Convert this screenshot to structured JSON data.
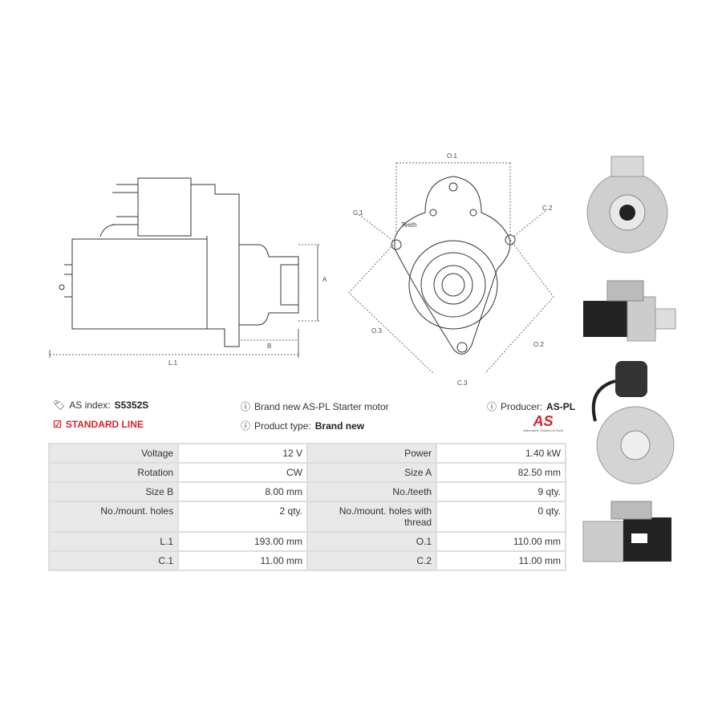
{
  "diagram_side": {
    "labels": {
      "a": "A",
      "b": "B",
      "l1": "L.1"
    }
  },
  "diagram_front": {
    "labels": {
      "o1": "O.1",
      "o2": "O.2",
      "o3": "O.3",
      "c1": "C.1",
      "c2": "C.2",
      "c3": "C.3",
      "teeth": "Teeth"
    }
  },
  "info": {
    "as_index_label": "AS index:",
    "as_index_value": "S5352S",
    "standard_line": "STANDARD LINE",
    "description": "Brand new AS-PL Starter motor",
    "product_type_label": "Product type:",
    "product_type_value": "Brand new",
    "producer_label": "Producer:",
    "producer_value": "AS-PL",
    "logo_text": "AS",
    "logo_tagline": "Alternators, Starters & Parts"
  },
  "specs": [
    [
      {
        "k": "Voltage",
        "v": "12 V"
      },
      {
        "k": "Power",
        "v": "1.40 kW"
      }
    ],
    [
      {
        "k": "Rotation",
        "v": "CW"
      },
      {
        "k": "Size A",
        "v": "82.50 mm"
      }
    ],
    [
      {
        "k": "Size B",
        "v": "8.00 mm"
      },
      {
        "k": "No./teeth",
        "v": "9 qty."
      }
    ],
    [
      {
        "k": "No./mount. holes",
        "v": "2 qty."
      },
      {
        "k": "No./mount. holes with thread",
        "v": "0 qty."
      }
    ],
    [
      {
        "k": "L.1",
        "v": "193.00 mm"
      },
      {
        "k": "O.1",
        "v": "110.00 mm"
      }
    ],
    [
      {
        "k": "C.1",
        "v": "11.00 mm"
      },
      {
        "k": "C.2",
        "v": "11.00 mm"
      }
    ]
  ],
  "colors": {
    "accent": "#d8232a",
    "label_bg": "#e8e8e8",
    "border": "#dddddd"
  }
}
